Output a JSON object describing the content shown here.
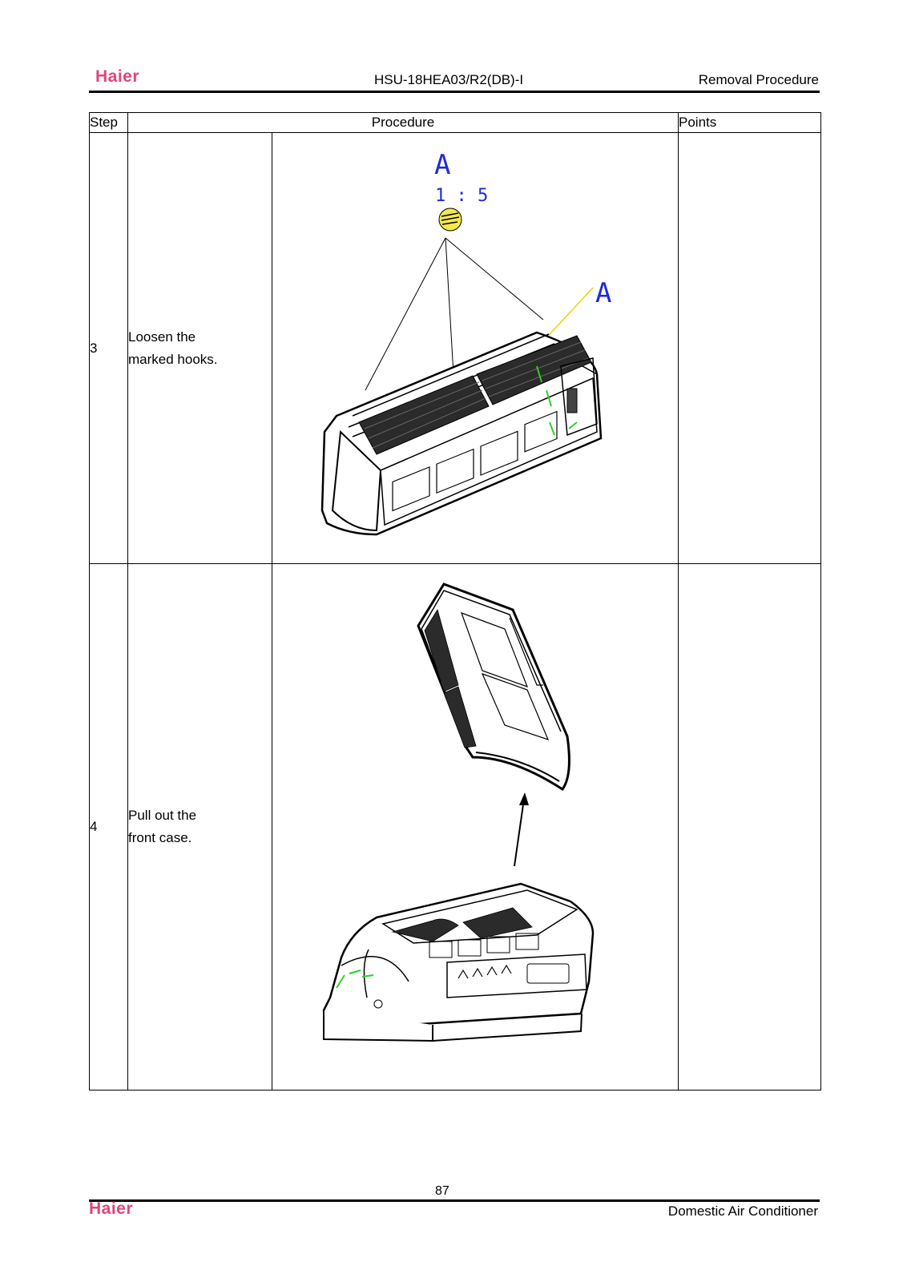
{
  "header": {
    "logo_text": "Haier",
    "model": "HSU-18HEA03/R2(DB)-I",
    "section": "Removal Procedure"
  },
  "table": {
    "columns": [
      "Step",
      "Procedure",
      "Points"
    ],
    "rows": [
      {
        "step": "3",
        "text_line1": "Loosen the",
        "text_line2": "marked hooks.",
        "figure": {
          "detail_label": "A",
          "scale": "1 : 5",
          "callout_label": "A"
        }
      },
      {
        "step": "4",
        "text_line1": "Pull out the",
        "text_line2": "front case."
      }
    ]
  },
  "footer": {
    "page_number": "87",
    "logo_text": "Haier",
    "text": "Domestic Air Conditioner"
  },
  "colors": {
    "brand": "#e0457b",
    "label_blue": "#1f2bd6",
    "highlight_green": "#2bd12b",
    "leader_yellow": "#e3d800"
  }
}
